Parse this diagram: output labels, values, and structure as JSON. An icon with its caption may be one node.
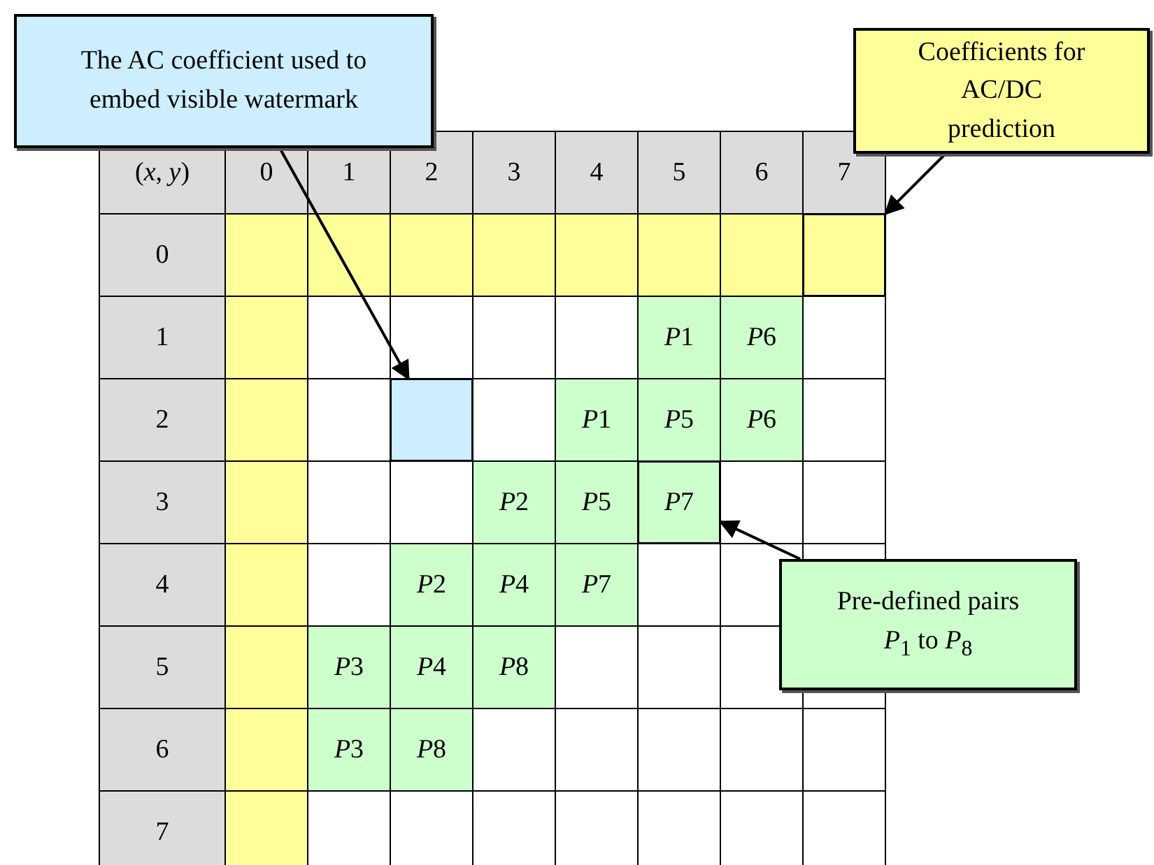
{
  "diagram": {
    "nodes": [
      {
        "text": [
          "The AC coefficient used to embed visible watermark"
        ]
      },
      {
        "text": [
          "Coefficients for AC/DC prediction"
        ]
      },
      {
        "text": [],
        "shape": "box"
      },
      {
        "text": [],
        "shape": "box"
      },
      {
        "text": [
          "P7"
        ]
      },
      {
        "text": [
          "Pre-defined pairs *P*$_{1}$ to *P*$_{8}$"
        ]
      }
    ],
    "edges": [
      {
        "from": 0,
        "to": 3,
        "arrow": "to"
      },
      {
        "from": 1,
        "to": 2,
        "arrow": "to"
      },
      {
        "from": 5,
        "to": 4,
        "arrow": "to"
      }
    ],
    "labels": [
      "(*x*, *y*)",
      "0",
      "1",
      "2",
      "3",
      "4",
      "5",
      "6",
      "7",
      "0",
      "1",
      "P1",
      "P6",
      "2",
      "P1",
      "P5",
      "P6",
      "3",
      "P2",
      "P5",
      "4",
      "P2",
      "P4",
      "P7",
      "5",
      "P3",
      "P4",
      "P8",
      "6",
      "P3",
      "P8",
      "7"
    ]
  }
}
